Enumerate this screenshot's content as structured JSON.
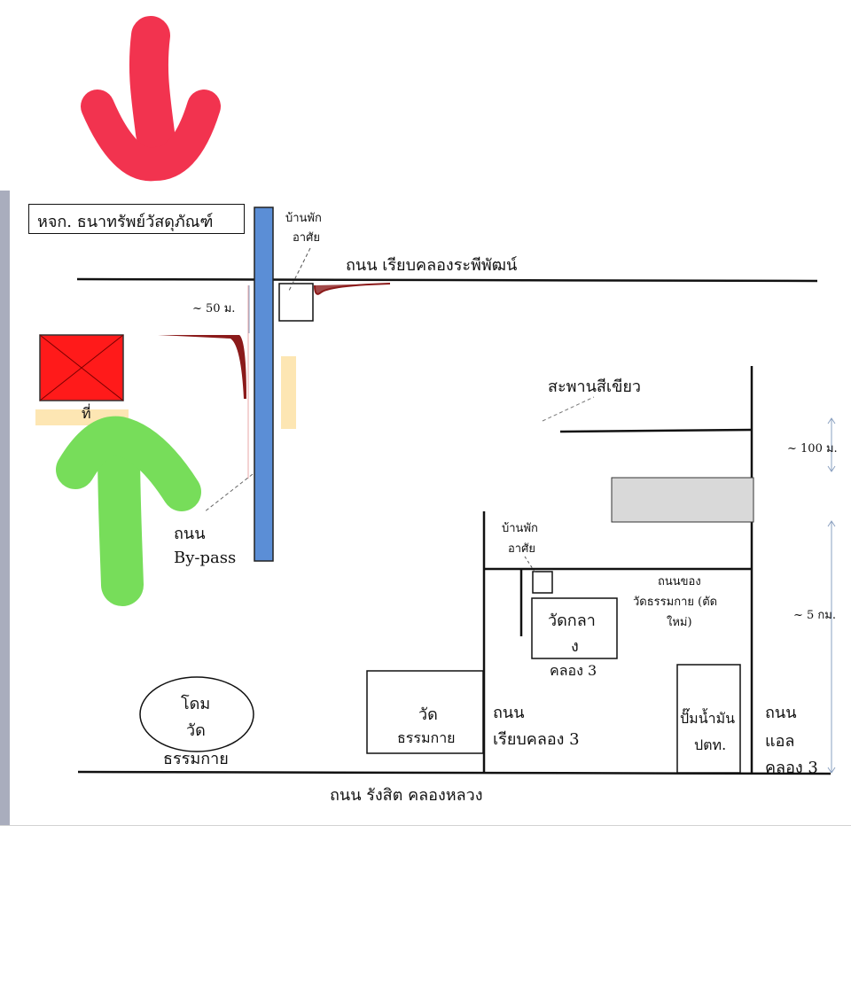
{
  "labels": {
    "company": "หจก. ธนาทรัพย์วัสดุภัณฑ์",
    "house_top": [
      "บ้านพัก",
      "อาศัย"
    ],
    "road_top": "ถนน เรียบคลองระพีพัฒน์",
    "dist_50": "~ 50 ม.",
    "bridge": "สะพานสีเขียว",
    "dist_100": "~ 100 ม.",
    "bypass": [
      "ถนน",
      "By-pass"
    ],
    "house_mid": [
      "บ้านพัก",
      "อาศัย"
    ],
    "temple_road": [
      "ถนนของ",
      "วัดธรรมกาย (ตัด",
      "ใหม่)"
    ],
    "dist_5km": "~ 5 กม.",
    "wat_klang": [
      "วัดกลา",
      "ง"
    ],
    "khlong3_under": "คลอง 3",
    "dome": [
      "โดม",
      "วัด",
      "ธรรมกาย"
    ],
    "wat_dhammakaya": [
      "วัด",
      "ธรรมกาย"
    ],
    "road_khlong3": [
      "ถนน",
      "เรียบคลอง 3"
    ],
    "ptt": [
      "ปั๊มน้ำมัน",
      "ปตท."
    ],
    "road_el": [
      "ถนน",
      "แอล",
      "คลอง 3"
    ],
    "road_bottom": "ถนน รังสิต คลองหลวง",
    "partial_text": "ที่"
  },
  "colors": {
    "red_arrow": "#f2334f",
    "green_arrow": "#77dd5a",
    "bypass_road": "#5b8ed6",
    "red_square": "#ff1a1a",
    "gray_block": "#d9d9d9",
    "dark_red_curve": "#8b1a1a",
    "cream": "#fde6b3"
  },
  "icons": {
    "top": "down-arrow-icon",
    "left": "up-arrow-icon"
  }
}
